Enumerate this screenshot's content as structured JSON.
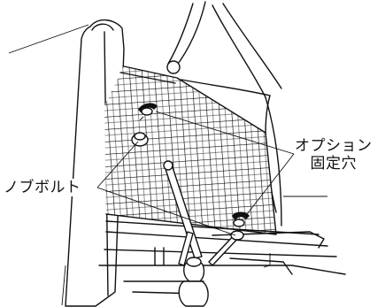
{
  "labels": {
    "knob_bolt": "ノブボルト",
    "option_hole_line1": "オプション",
    "option_hole_line2": "固定穴"
  }
}
